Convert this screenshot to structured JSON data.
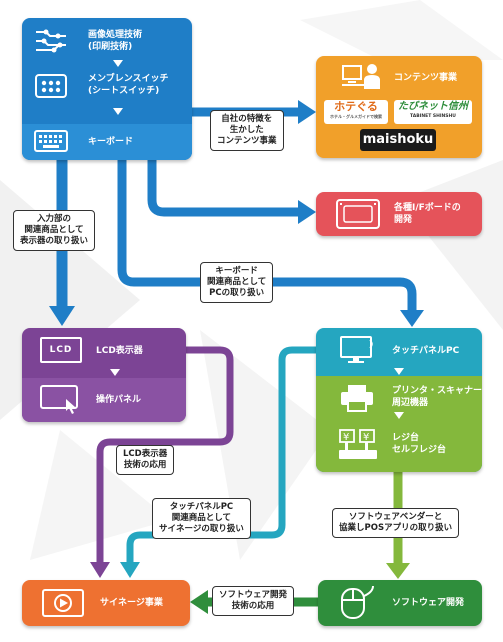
{
  "colors": {
    "blue": "#1f7ec7",
    "blue_dark": "#1665a3",
    "orange": "#f1a02a",
    "red": "#e5535a",
    "purple": "#7c4495",
    "teal": "#25a6c0",
    "green": "#84b83c",
    "green_dark": "#2f8e3c",
    "signage": "#ee7131"
  },
  "top_box": {
    "item1": "画像処理技術\n(印刷技術)",
    "item2": "メンブレンスイッチ\n(シートスイッチ)",
    "item3": "キーボード"
  },
  "contents_box": {
    "title": "コンテンツ事業",
    "logo1": "ホテぐる",
    "logo1_sub": "ホテル・グルメガイドで検索",
    "logo2": "たびネット信州",
    "logo2_sub": "TABINET SHINSHU",
    "logo3": "maishoku"
  },
  "if_board_box": {
    "label": "各種I/Fボードの\n開発"
  },
  "lcd_box": {
    "item1": "LCD表示器",
    "item1_icon_text": "LCD",
    "item2": "操作パネル"
  },
  "touch_box": {
    "item1": "タッチパネルPC",
    "item2": "プリンタ・スキャナー\n周辺機器",
    "item3": "レジ台\nセルフレジ台"
  },
  "software_box": {
    "label": "ソフトウェア開発"
  },
  "signage_box": {
    "label": "サイネージ事業"
  },
  "notes": {
    "n1": "自社の特徴を\n生かした\nコンテンツ事業",
    "n2": "入力部の\n関連商品として\n表示器の取り扱い",
    "n3": "キーボード\n関連商品として\nPCの取り扱い",
    "n4": "LCD表示器\n技術の応用",
    "n5": "タッチパネルPC\n関連商品として\nサイネージの取り扱い",
    "n6": "ソフトウェアベンダーと\n協業しPOSアプリの取り扱い",
    "n7": "ソフトウェア開発\n技術の応用"
  }
}
